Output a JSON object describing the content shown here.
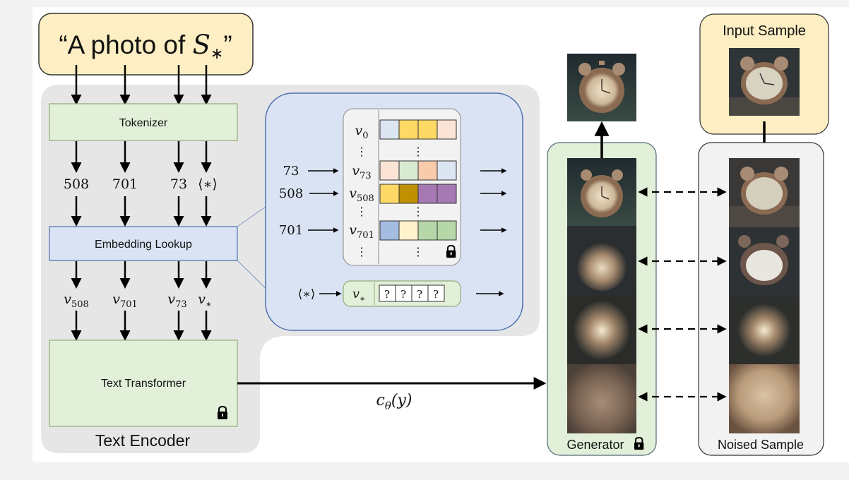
{
  "prompt": {
    "open": "“A photo of ",
    "sym": "S",
    "sub": "∗",
    "close": "”"
  },
  "tokenizer": "Tokenizer",
  "token_ids": [
    "508",
    "701",
    "73",
    "⟨∗⟩"
  ],
  "embedding_lookup": "Embedding Lookup",
  "vectors": [
    {
      "base": "v",
      "sub": "508"
    },
    {
      "base": "v",
      "sub": "701"
    },
    {
      "base": "v",
      "sub": "73"
    },
    {
      "base": "v",
      "sub": "∗"
    }
  ],
  "text_transformer": "Text Transformer",
  "text_encoder": "Text Encoder",
  "table": {
    "rows": [
      {
        "id": "",
        "base": "v",
        "sub": "0",
        "colors": [
          "#dce6f2",
          "#ffd966",
          "#ffd966",
          "#fbe4d5"
        ]
      },
      {
        "id": "73",
        "base": "v",
        "sub": "73",
        "colors": [
          "#fbe4d5",
          "#d9ead3",
          "#f8cbad",
          "#dce6f2"
        ]
      },
      {
        "id": "508",
        "base": "v",
        "sub": "508",
        "colors": [
          "#ffd966",
          "#bf9000",
          "#a679b5",
          "#a679b5"
        ]
      },
      {
        "id": "701",
        "base": "v",
        "sub": "701",
        "colors": [
          "#a4bce0",
          "#fff2cc",
          "#b6d7a8",
          "#b6d7a8"
        ]
      }
    ],
    "dots": "⋮",
    "new_id": "⟨∗⟩",
    "new_base": "v",
    "new_sub": "∗",
    "unknown": [
      "?",
      "?",
      "?",
      "?"
    ]
  },
  "condition": {
    "base": "c",
    "sub": "θ",
    "arg": "(y)"
  },
  "generator": "Generator",
  "input_sample": "Input Sample",
  "noised_sample": "Noised Sample",
  "colors": {
    "prompt_bg": "#fdefc3",
    "green_box": "#e2efd9",
    "green_border": "#8fae78",
    "blue_box": "#dae3f3",
    "blue_border": "#4b6eaf",
    "gray_panel": "#e6e6e6"
  },
  "icons": [
    "lock-icon"
  ]
}
